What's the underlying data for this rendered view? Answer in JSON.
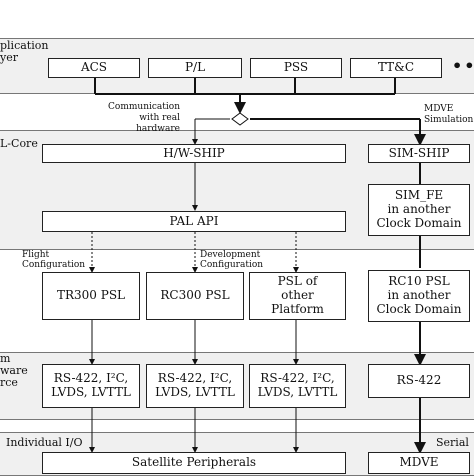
{
  "layers": {
    "application": "plication\nyer",
    "core": "L-Core",
    "platform": "m\nware\nrce",
    "individual_io": "Individual I/O",
    "serial": "Serial"
  },
  "app_boxes": [
    "ACS",
    "P/L",
    "PSS",
    "TT&C"
  ],
  "ellipsis": "•••",
  "notes": {
    "comm_real": "Communication\nwith real hardware",
    "mdve_sim": "MDVE\nSimulation",
    "flight_cfg": "Flight\nConfiguration",
    "dev_cfg": "Development\nConfiguration"
  },
  "core_boxes": {
    "hw_ship": "H/W-SHIP",
    "sim_ship": "SIM-SHIP",
    "pal_api": "PAL API",
    "sim_fe": "SIM_FE\nin another\nClock Domain"
  },
  "psl_boxes": {
    "tr300": "TR300 PSL",
    "rc300": "RC300 PSL",
    "other": "PSL of\nother\nPlatform",
    "rc10": "RC10 PSL\nin another\nClock Domain"
  },
  "io_boxes": {
    "io1": "RS-422, I²C,\nLVDS, LVTTL",
    "io2": "RS-422, I²C,\nLVDS, LVTTL",
    "io3": "RS-422, I²C,\nLVDS, LVTTL",
    "rs422": "RS-422"
  },
  "bottom_boxes": {
    "satellite": "Satellite Peripherals",
    "mdve": "MDVE"
  }
}
